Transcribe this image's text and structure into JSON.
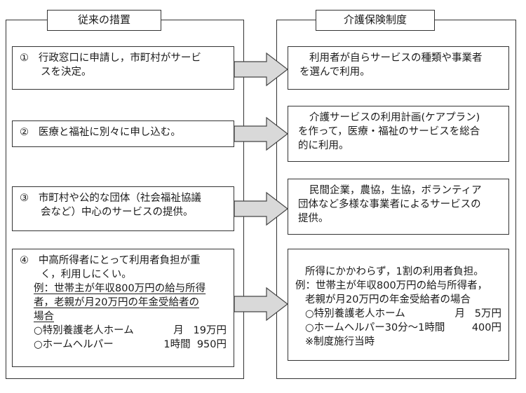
{
  "left_title": "従来の措置",
  "right_title": "介護保険制度",
  "rows": [
    {
      "left": {
        "num": "①",
        "lines": [
          "行政窓口に申請し，市町村がサービ",
          "スを決定。"
        ]
      },
      "right": {
        "lines": [
          "利用者が自らサービスの種類や事業者",
          "を選んで利用。"
        ]
      }
    },
    {
      "left": {
        "num": "②",
        "lines": [
          "医療と福祉に別々に申し込む。"
        ]
      },
      "right": {
        "lines": [
          "介護サービスの利用計画(ケアプラン)",
          "を作って，医療・福祉のサービスを総合",
          "的に利用。"
        ]
      }
    },
    {
      "left": {
        "num": "③",
        "lines": [
          "市町村や公的な団体（社会福祉協議",
          "会など）中心のサービスの提供。"
        ]
      },
      "right": {
        "lines": [
          "民間企業，農協，生協，ボランティア",
          "団体など多様な事業者によるサービスの",
          "提供。"
        ]
      }
    },
    {
      "left": {
        "num": "④",
        "lines": [
          "中高所得者にとって利用者負担が重",
          "く，利用しにくい。"
        ],
        "example": [
          "例：世帯主が年収800万円の給与所得",
          "者，老親が月20万円の年金受給者の",
          "場合"
        ],
        "items": [
          {
            "label": "○特別養護老人ホーム",
            "unit": "月",
            "price": "19万円"
          },
          {
            "label": "○ホームヘルパー",
            "unit": "1時間",
            "price": "950円"
          }
        ]
      },
      "right": {
        "lines": [
          "所得にかかわらず，1割の利用者負担。"
        ],
        "example": [
          "例：世帯主が年収800万円の給与所得者，",
          "老親が月20万円の年金受給者の場合"
        ],
        "items": [
          {
            "label": "○特別養護老人ホーム",
            "unit": "月",
            "price": "5万円"
          },
          {
            "label": "○ホームヘルパー30分〜1時間",
            "unit": "",
            "price": "400円"
          }
        ],
        "note": "※制度施行当時"
      }
    }
  ]
}
